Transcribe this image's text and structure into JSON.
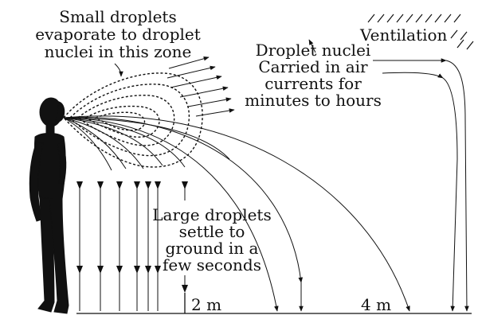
{
  "labels": {
    "small_droplets": "Small droplets\nevaporate to droplet\nnuclei in this zone",
    "droplet_nuclei": "Droplet nuclei\nCarried in air\ncurrents for\nminutes to hours",
    "ventilation": "Ventilation",
    "large_droplets": "Large droplets\nsettle to\nground in a\nfew seconds",
    "distance_2m": "2 m",
    "distance_4m": "4 m"
  },
  "icons": {
    "person": "standing-person-silhouette",
    "ventilation": "ventilation-vent-hatching"
  },
  "colors": {
    "ink": "#111111",
    "background": "#ffffff"
  }
}
